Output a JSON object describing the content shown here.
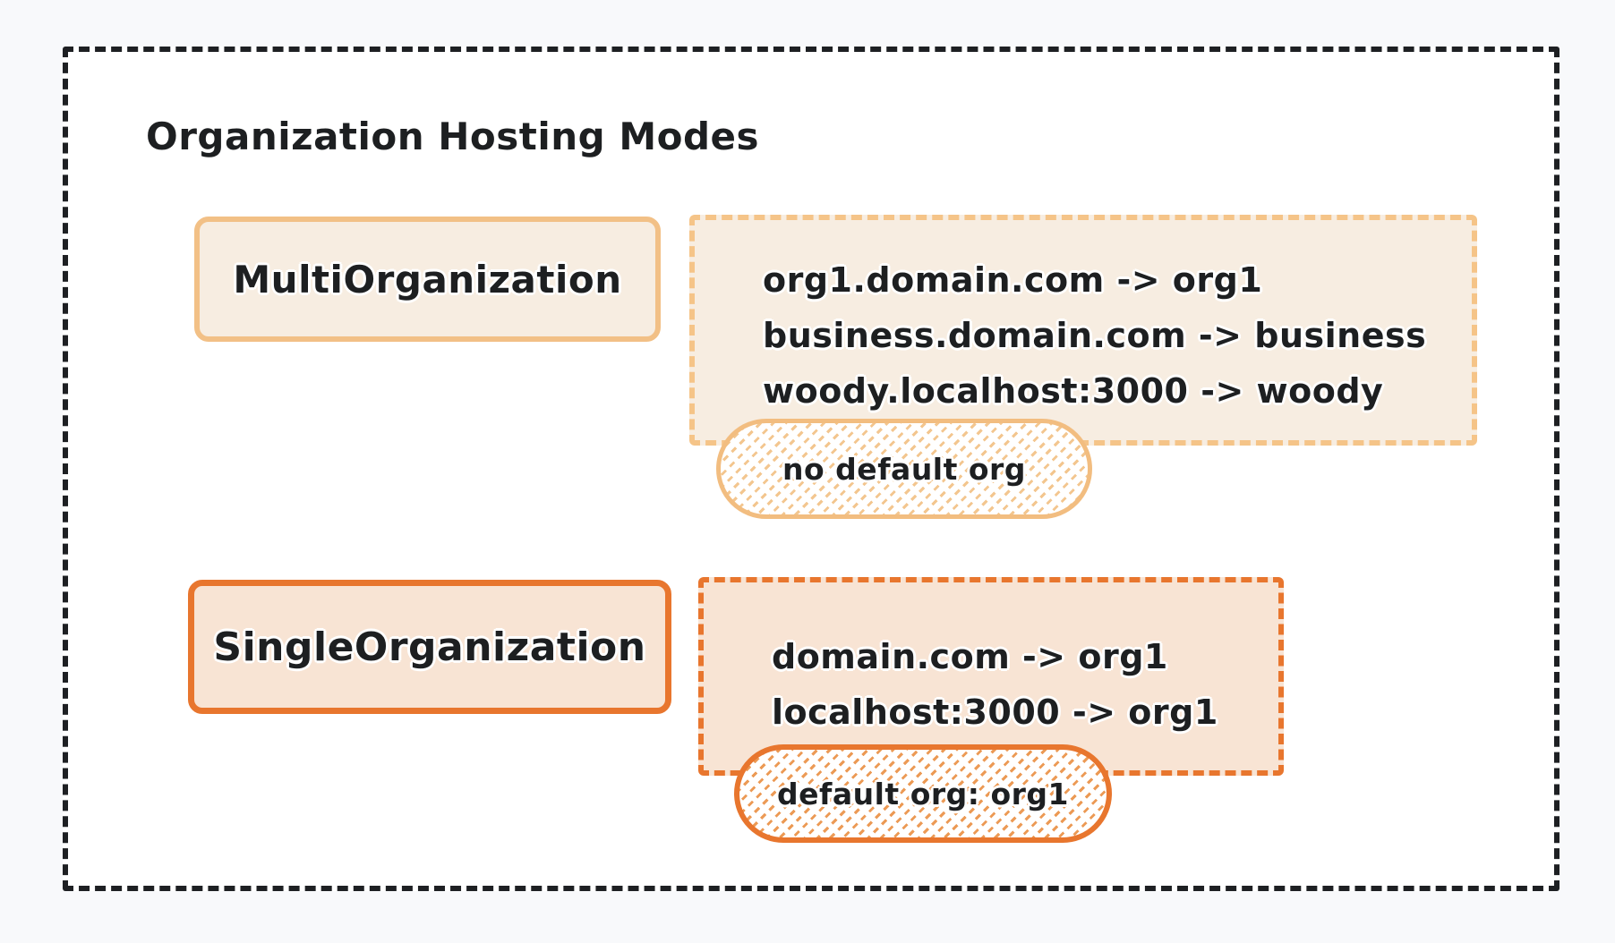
{
  "title": "Organization Hosting Modes",
  "modes": [
    {
      "name": "MultiOrganization",
      "mappings": [
        "org1.domain.com -> org1",
        "business.domain.com -> business",
        "woody.localhost:3000 -> woody"
      ],
      "badge": "no default org"
    },
    {
      "name": "SingleOrganization",
      "mappings": [
        "domain.com -> org1",
        "localhost:3000 -> org1"
      ],
      "badge": "default org: org1"
    }
  ],
  "colors": {
    "page_bg": "#f8f9fb",
    "canvas_bg": "#ffffff",
    "frame_dash": "#1e2023",
    "ink": "#1d1f21",
    "accent_light": "#f2c086",
    "fill_light": "#f7ede1",
    "accent_strong": "#e8762e",
    "fill_strong": "#f8e4d4"
  }
}
